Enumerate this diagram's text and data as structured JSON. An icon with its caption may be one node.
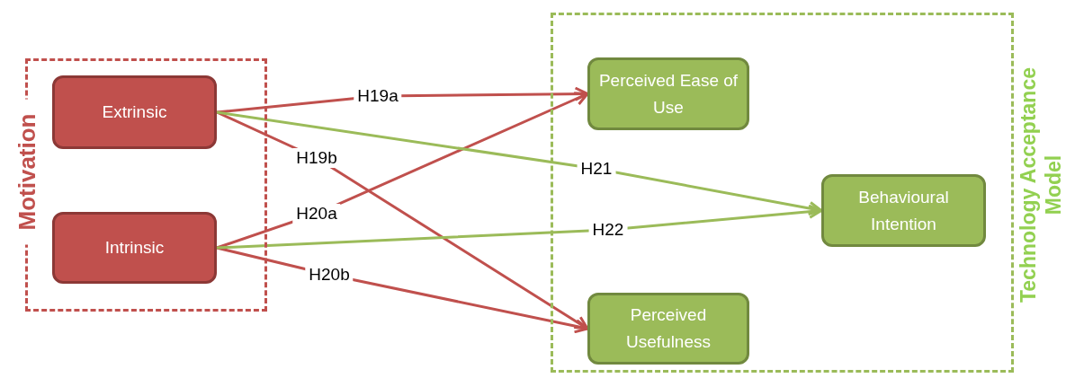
{
  "diagram": {
    "nodes": [
      {
        "text": [
          "Motivation"
        ]
      },
      {
        "text": [
          "Extrinsic"
        ],
        "in": 0
      },
      {
        "text": [
          "Intrinsic"
        ],
        "in": 0
      },
      {
        "text": [
          "Technology Acceptance Model"
        ]
      },
      {
        "text": [
          "Perceived Ease of Use"
        ],
        "in": 3
      },
      {
        "text": [
          "Behavioural Intention"
        ],
        "in": 3
      },
      {
        "text": [
          "Perceived Usefulness"
        ],
        "in": 3
      }
    ],
    "edges": [
      {
        "from": 1,
        "to": 4,
        "arrow": "to",
        "label": "H19a"
      },
      {
        "from": 1,
        "to": 6,
        "arrow": "to",
        "label": "H19b"
      },
      {
        "from": 2,
        "to": 4,
        "arrow": "to",
        "label": "H20a"
      },
      {
        "from": 2,
        "to": 6,
        "arrow": "to",
        "label": "H20b"
      },
      {
        "from": 1,
        "to": 5,
        "arrow": "to",
        "label": "H21",
        "color": "#9bbb59"
      },
      {
        "from": 2,
        "to": 5,
        "arrow": "to",
        "label": "H22",
        "color": "#9bbb59"
      }
    ]
  }
}
